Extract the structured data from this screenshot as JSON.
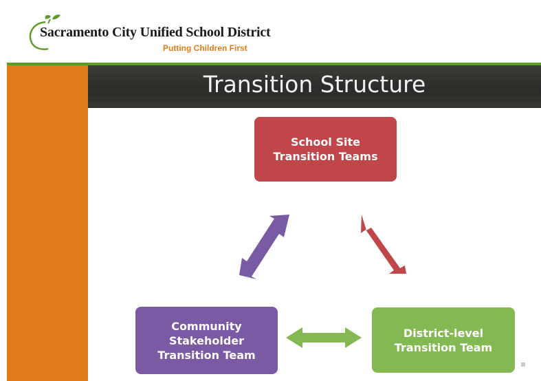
{
  "header": {
    "org_name": "Sacramento City Unified School District",
    "tagline": "Putting Children First"
  },
  "slide": {
    "title": "Transition Structure"
  },
  "diagram": {
    "nodes": [
      {
        "id": "school-site",
        "lines": [
          "School Site",
          "Transition Teams"
        ],
        "color": "#c0464a"
      },
      {
        "id": "community",
        "lines": [
          "Community",
          "Stakeholder",
          "Transition Team"
        ],
        "color": "#7a5aa3"
      },
      {
        "id": "district",
        "lines": [
          "District-level",
          "Transition Team"
        ],
        "color": "#84b852"
      }
    ],
    "edges": [
      {
        "from": "community",
        "to": "school-site",
        "color": "#7a5aa3",
        "direction": "both"
      },
      {
        "from": "school-site",
        "to": "district",
        "color": "#c0464a",
        "direction": "both"
      },
      {
        "from": "community",
        "to": "district",
        "color": "#84b852",
        "direction": "both"
      }
    ]
  },
  "colors": {
    "orange": "#e07d1a",
    "green": "#5e9c2a",
    "title_bar": "#2f2f2d"
  }
}
